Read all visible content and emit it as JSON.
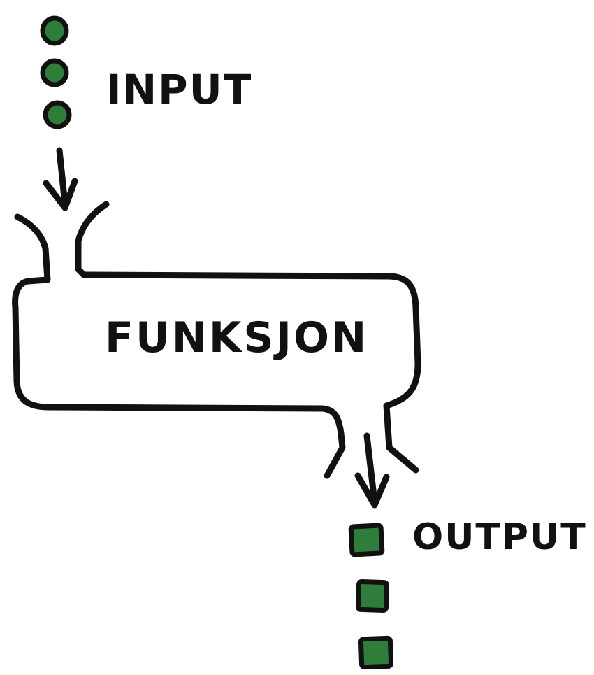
{
  "labels": {
    "input": "INPUT",
    "function": "FUNKSJON",
    "output": "OUTPUT"
  },
  "colors": {
    "ink": "#111111",
    "item_fill": "#2e7d3a",
    "background": "#ffffff"
  },
  "input_items": {
    "count": 3,
    "shape": "circle"
  },
  "output_items": {
    "count": 3,
    "shape": "square"
  }
}
